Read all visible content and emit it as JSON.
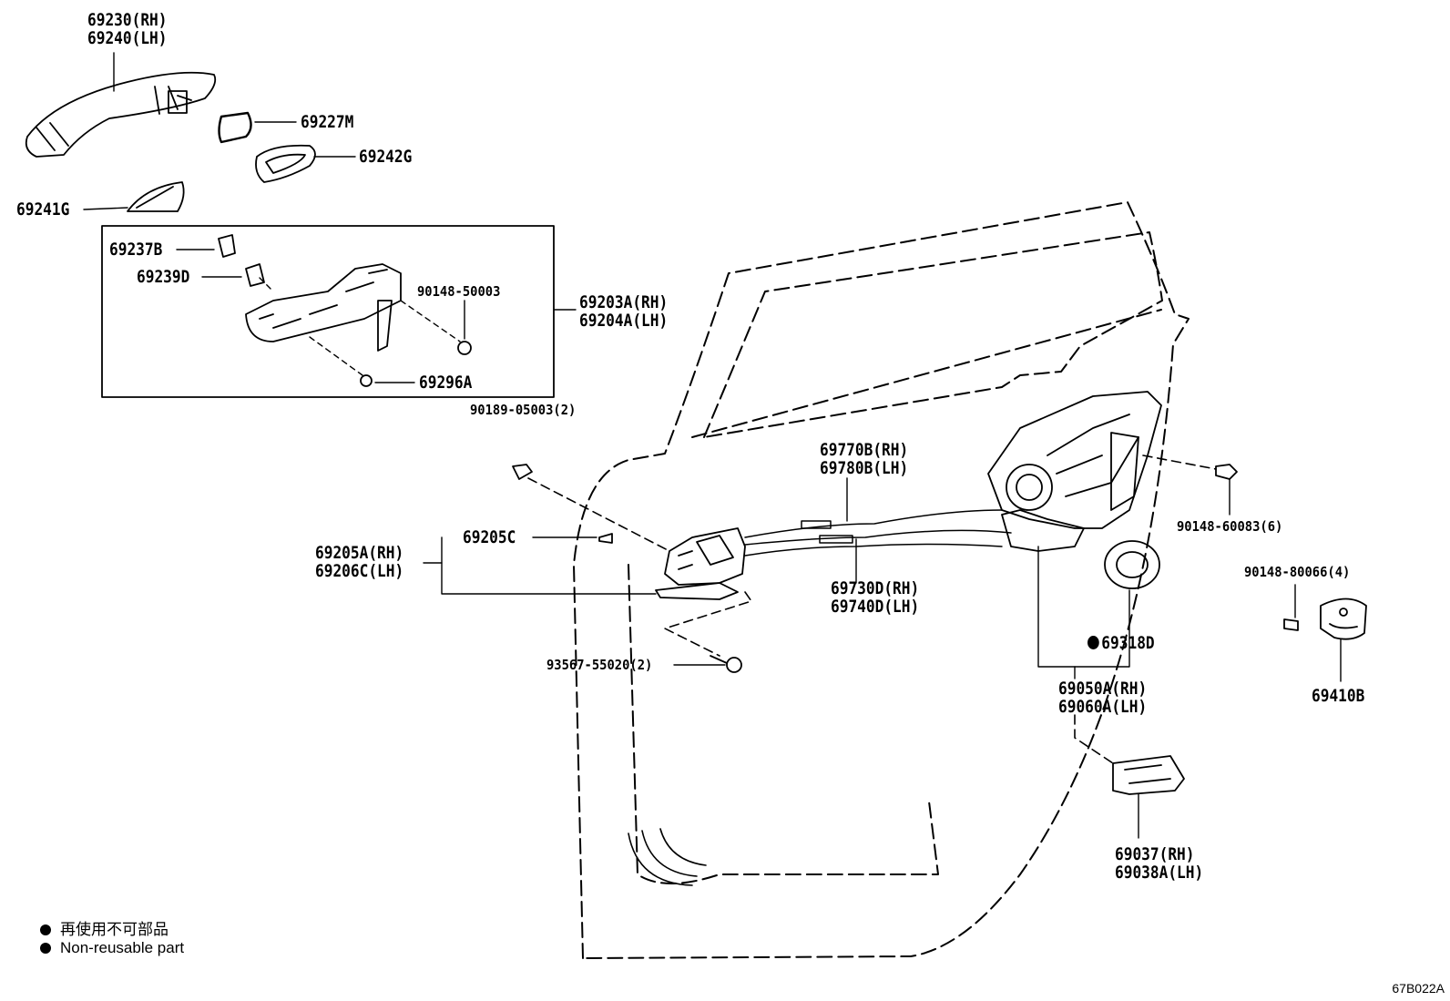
{
  "parts": {
    "p69230": "69230(RH)",
    "p69240": "69240(LH)",
    "p69227M": "69227M",
    "p69242G": "69242G",
    "p69241G": "69241G",
    "p69237B": "69237B",
    "p69239D": "69239D",
    "p90148_50003": "90148-50003",
    "p69296A": "69296A",
    "p69203A": "69203A(RH)",
    "p69204A": "69204A(LH)",
    "p90189_05003": "90189-05003(2)",
    "p69770B": "69770B(RH)",
    "p69780B": "69780B(LH)",
    "p90148_60083": "90148-60083(6)",
    "p90148_80066": "90148-80066(4)",
    "p69205C": "69205C",
    "p69205A": "69205A(RH)",
    "p69206C": "69206C(LH)",
    "p69730D": "69730D(RH)",
    "p69740D": "69740D(LH)",
    "p69318D": "69318D",
    "p93567_55020": "93567-55020(2)",
    "p69050A": "69050A(RH)",
    "p69060A": "69060A(LH)",
    "p69410B": "69410B",
    "p69037": "69037(RH)",
    "p69038A": "69038A(LH)"
  },
  "legend": {
    "line_jp": "再使用不可部品",
    "line_en": "Non-reusable part"
  },
  "diagram_ref": "67B022A"
}
